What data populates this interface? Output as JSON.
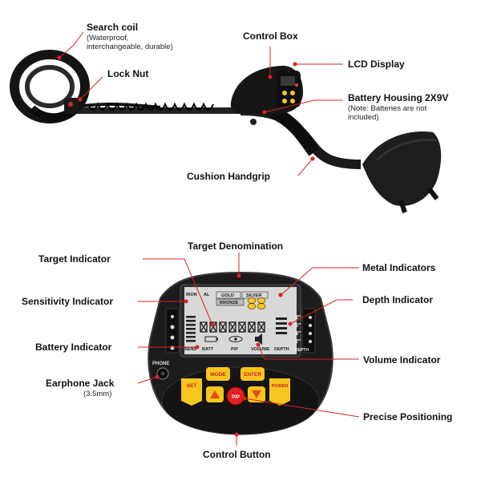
{
  "top": {
    "search_coil": {
      "title": "Search coil",
      "note_1": "(Waterproof,",
      "note_2": "interchangeable, durable)"
    },
    "lock_nut": "Lock Nut",
    "control_box": "Control Box",
    "lcd_display": "LCD Display",
    "battery_housing": {
      "title": "Battery Housing 2X9V",
      "note_1": "(Note: Batteries are not",
      "note_2": "included)"
    },
    "cushion_handgrip": "Cushion Handgrip"
  },
  "bottom": {
    "target_denomination": "Target Denomination",
    "target_indicator": "Target Indicator",
    "metal_indicators": "Metal Indicators",
    "sensitivity_indicator": "Sensitivity Indicator",
    "depth_indicator": "Depth Indicator",
    "battery_indicator": "Battery Indicator",
    "volume_indicator": "Volume Indicator",
    "earphone_jack": {
      "title": "Earphone Jack",
      "note": "(3.5mm)"
    },
    "precise_positioning": "Precise Positioning",
    "control_button": "Control Button"
  },
  "panel": {
    "lcd": {
      "iron": "IRON",
      "al": "AL",
      "gold": "GOLD",
      "silver": "SILVER",
      "bronze": "BRONZE",
      "sens": "SENS",
      "batt": "BATT",
      "pp": "P/P",
      "volume": "VOLUME",
      "depth": "DEPTH",
      "depth_marks": [
        "8\"",
        "6\"",
        "4\"",
        "2\""
      ]
    },
    "phone": "PHONE",
    "buttons": {
      "set": "SET",
      "mode": "MODE",
      "enter": "ENTER",
      "power": "POWER",
      "pp": "P/P"
    }
  },
  "colors": {
    "callout": "#e02020",
    "button": "#f7c51e",
    "arrow": "#e64a19",
    "panel": "#1c1c1c"
  }
}
